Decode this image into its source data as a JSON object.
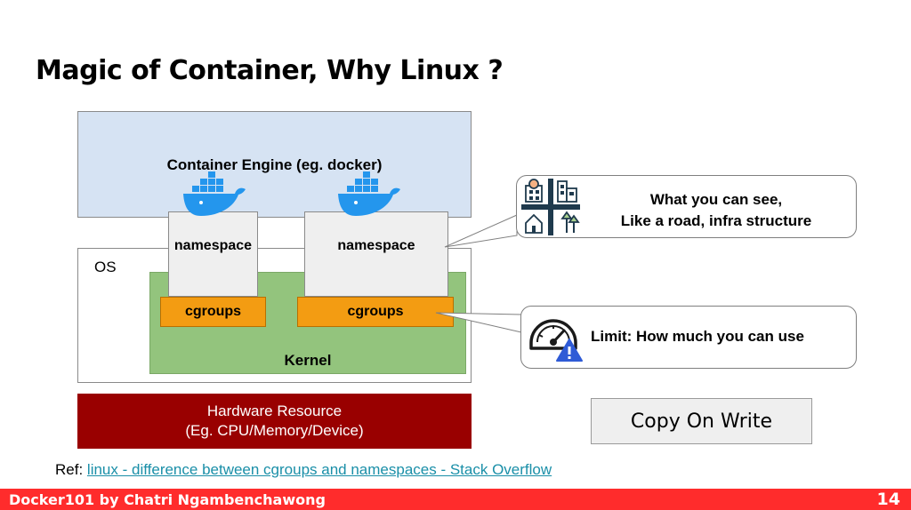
{
  "slide": {
    "title": "Magic of Container, Why Linux ?",
    "number": "14"
  },
  "diagram": {
    "engine_label": "Container Engine (eg. docker)",
    "os_label": "OS",
    "kernel_label": "Kernel",
    "namespace_left": "namespace",
    "namespace_right": "namespace",
    "cgroups_left": "cgroups",
    "cgroups_right": "cgroups",
    "hardware_line1": "Hardware Resource",
    "hardware_line2": "(Eg. CPU/Memory/Device)"
  },
  "callouts": {
    "namespace_line1": "What you can see,",
    "namespace_line2": "Like a road, infra structure",
    "cgroups_text": "Limit: How much you can use"
  },
  "copy_on_write": "Copy On Write",
  "reference": {
    "prefix": "Ref:",
    "link_text": "linux - difference between cgroups and namespaces - Stack Overflow"
  },
  "footer": {
    "author": "Docker101 by Chatri Ngambenchawong"
  },
  "colors": {
    "engine_bg": "#d6e3f3",
    "kernel_bg": "#93c47d",
    "cgroups_bg": "#f39c12",
    "hardware_bg": "#990000",
    "footer_bg": "#ff2c2c",
    "link": "#1a8fa8",
    "docker_whale": "#2496ed"
  },
  "icons": [
    "docker-whale-icon",
    "city-infrastructure-icon",
    "gauge-warning-icon"
  ]
}
